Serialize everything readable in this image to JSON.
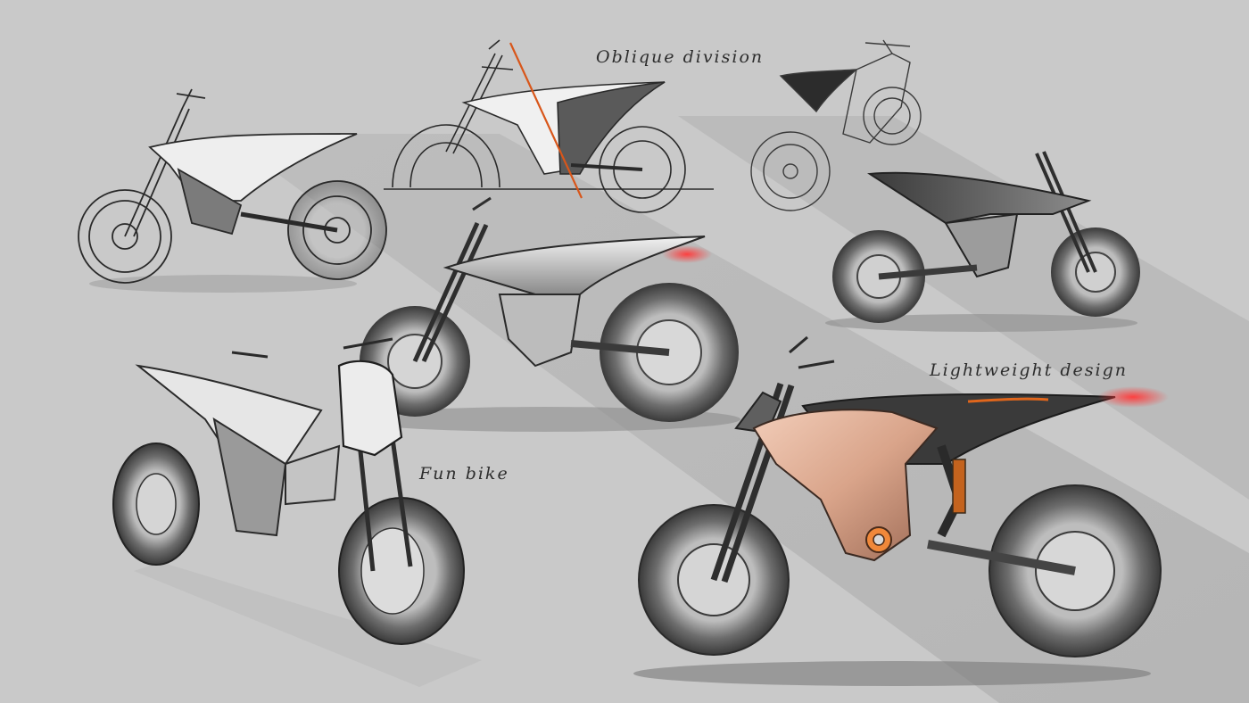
{
  "annotations": {
    "oblique_division": "Oblique division",
    "fun_bike": "Fun bike",
    "lightweight_design": "Lightweight design"
  },
  "colors": {
    "background": "#c9c9c9",
    "shadow_band": "#ababab",
    "sketch_line": "#2a2a2a",
    "accent_orange": "#e0661c",
    "copper_body": "#d9a48a",
    "tail_light_red": "#e2252b"
  }
}
